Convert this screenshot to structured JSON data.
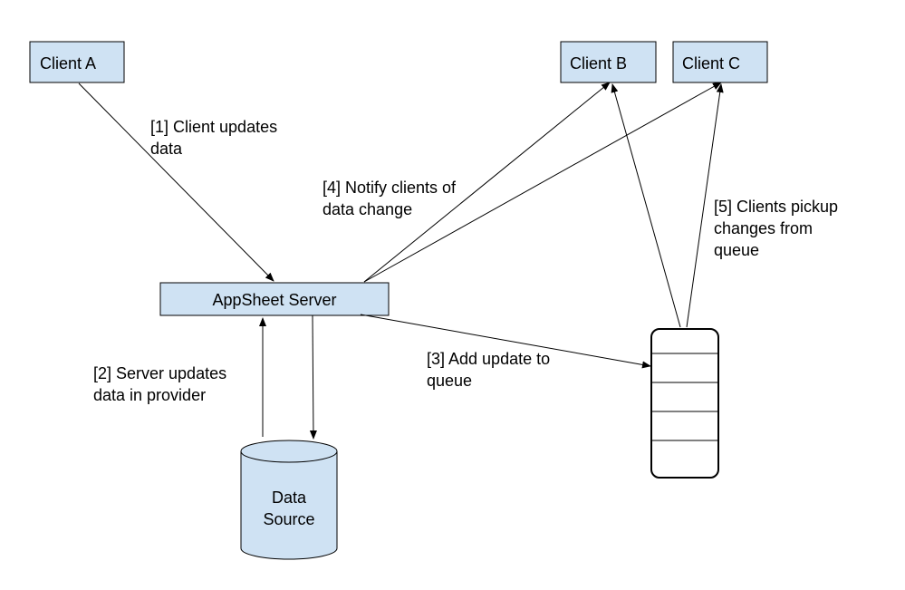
{
  "colors": {
    "node_fill": "#cfe2f3",
    "stroke": "#000000",
    "queue_fill": "#ffffff",
    "background": "#ffffff"
  },
  "nodes": {
    "client_a": "Client A",
    "client_b": "Client B",
    "client_c": "Client C",
    "server": "AppSheet Server",
    "data_source_line1": "Data",
    "data_source_line2": "Source"
  },
  "steps": {
    "step1_line1": "[1] Client updates",
    "step1_line2": "data",
    "step2_line1": "[2] Server updates",
    "step2_line2": "data in provider",
    "step3_line1": "[3] Add update to",
    "step3_line2": "queue",
    "step4_line1": "[4] Notify clients of",
    "step4_line2": "data change",
    "step5_line1": "[5] Clients pickup",
    "step5_line2": "changes from",
    "step5_line3": "queue"
  }
}
